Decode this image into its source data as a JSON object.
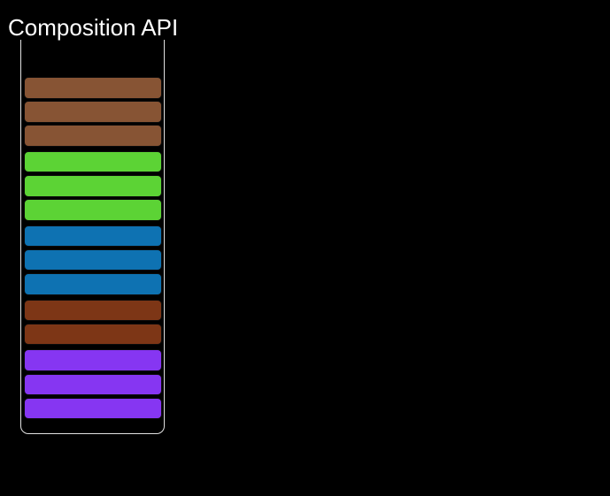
{
  "title": "Composition API",
  "colors": {
    "background": "#000000",
    "title_text": "#ffffff",
    "container_border": "#e2e2e2",
    "block_border": "#0b0b0b"
  },
  "container": {
    "groups": [
      {
        "name": "feature-group-1",
        "color": "#875434",
        "blocks": 3
      },
      {
        "name": "feature-group-2",
        "color": "#5cd335",
        "blocks": 3
      },
      {
        "name": "feature-group-3",
        "color": "#0e72b2",
        "blocks": 3
      },
      {
        "name": "feature-group-4",
        "color": "#7d3616",
        "blocks": 2
      },
      {
        "name": "feature-group-5",
        "color": "#8636f2",
        "blocks": 3
      }
    ]
  }
}
